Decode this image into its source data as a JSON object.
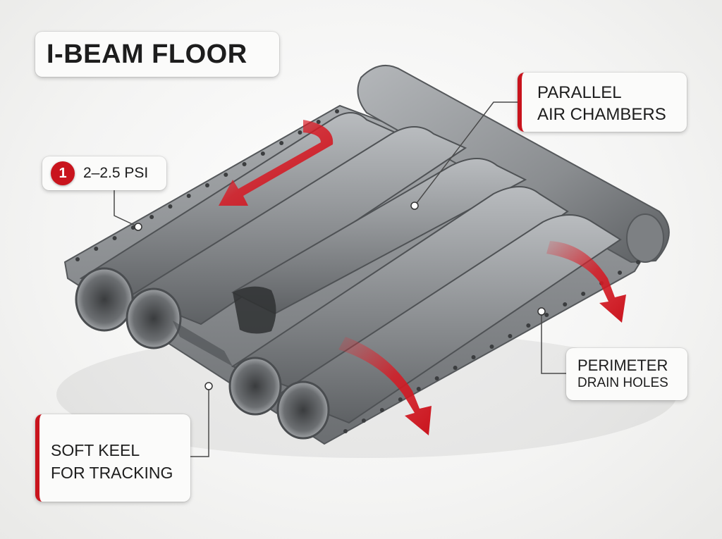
{
  "title": "I-BEAM FLOOR",
  "callouts": {
    "pressure": {
      "badge": "1",
      "value": "2–2.5 PSI"
    },
    "chambers": {
      "line1": "PARALLEL",
      "line2": "AIR CHAMBERS"
    },
    "drain": {
      "line1": "PERIMETER",
      "line2": "DRAIN HOLES"
    },
    "keel": {
      "line1": "SOFT KEEL",
      "line2": "FOR TRACKING"
    }
  },
  "colors": {
    "accent": "#c9141d",
    "tube": "#8a8d90",
    "tube_dark": "#5f6265",
    "panel": "#fbfbfa"
  }
}
